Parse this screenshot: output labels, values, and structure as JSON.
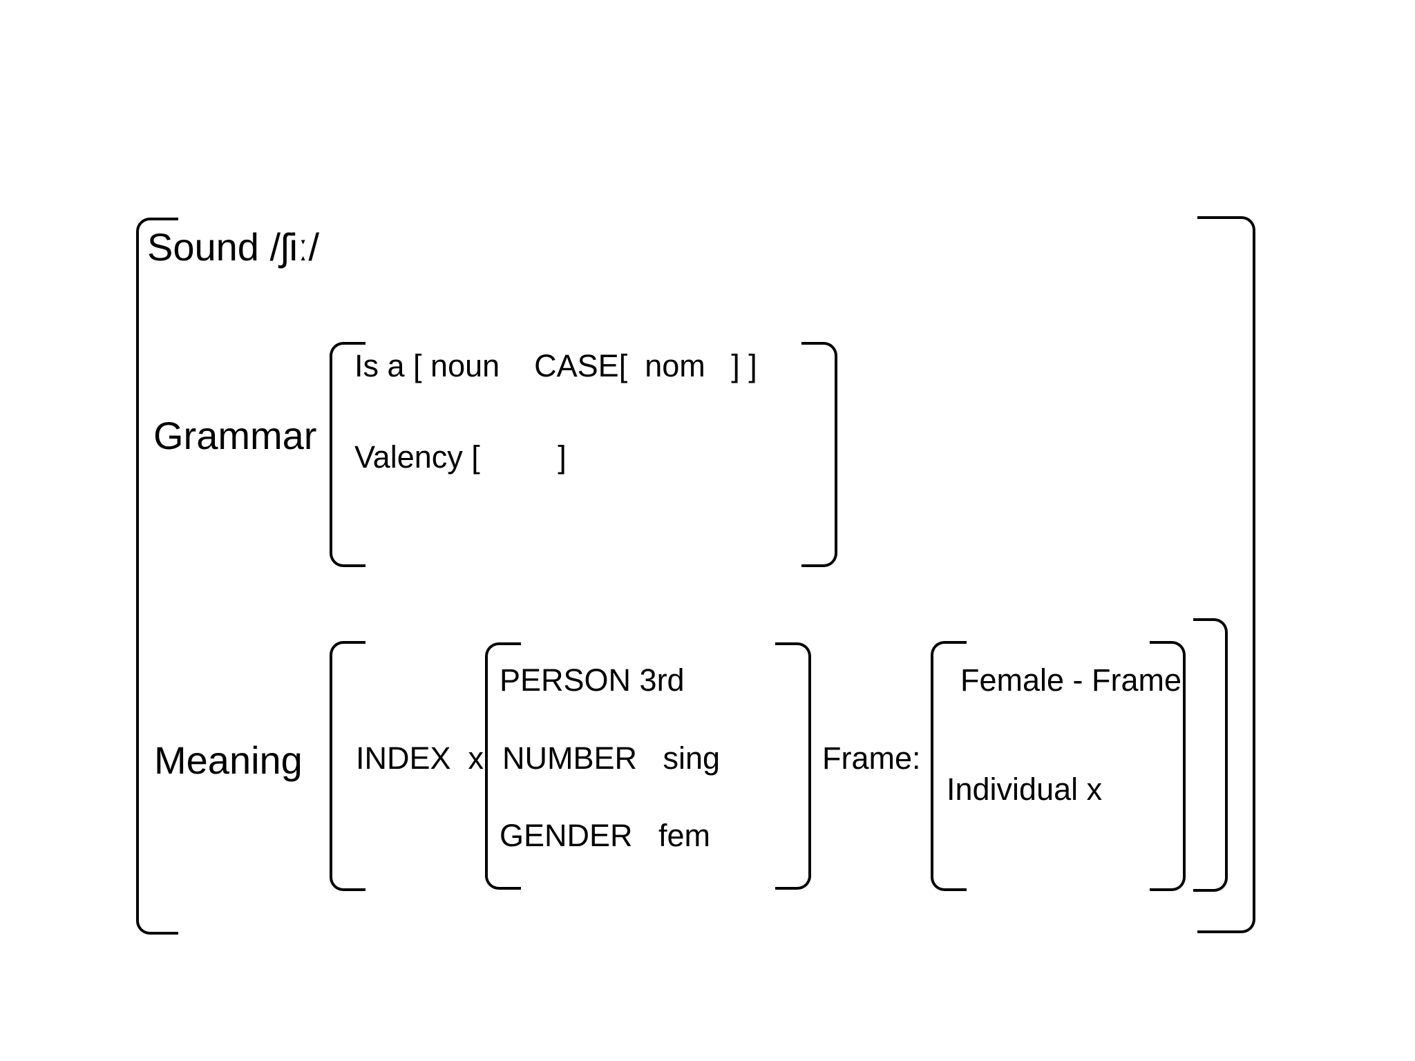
{
  "colors": {
    "background": "#ffffff",
    "stroke": "#000000",
    "text": "#000000"
  },
  "sound": {
    "line": "Sound /ʃiː/"
  },
  "grammar": {
    "label": "Grammar",
    "isa_line": "Is a [ noun    CASE[  nom   ] ]",
    "valency_line": "Valency [         ]"
  },
  "meaning": {
    "label": "Meaning",
    "index_attr": "INDEX  x",
    "index_features": [
      "PERSON 3rd",
      "NUMBER   sing",
      "GENDER   fem"
    ],
    "frame_label": "Frame:",
    "frame_features": [
      "Female - Frame",
      "Individual x"
    ]
  }
}
